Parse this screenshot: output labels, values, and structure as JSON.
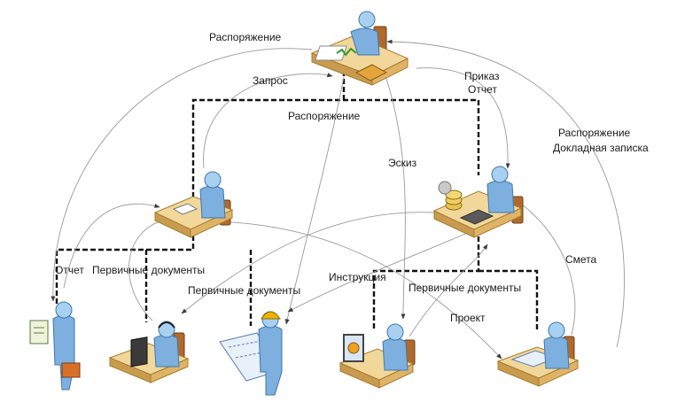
{
  "labels": {
    "rasporyazhenie_top": "Распоряжение",
    "zapros": "Запрос",
    "rasporyazhenie_mid": "Распоряжение",
    "prikaz": "Приказ",
    "otchet_top": "Отчет",
    "rasporyazhenie_right": "Распоряжение",
    "dokladnaya": "Докладная записка",
    "eskiz": "Эскиз",
    "otchet_left": "Отчет",
    "pervichnye_1": "Первичные документы",
    "pervichnye_2": "Первичные документы",
    "instrukciya": "Инструкция",
    "pervichnye_3": "Первичные документы",
    "smeta": "Смета",
    "proekt": "Проект"
  },
  "nodes": [
    {
      "id": "director",
      "icon": "manager-at-desk-icon"
    },
    {
      "id": "chief-engineer",
      "icon": "worker-at-desk-icon"
    },
    {
      "id": "accountant",
      "icon": "accountant-at-desk-icon"
    },
    {
      "id": "clerk",
      "icon": "person-with-document-icon"
    },
    {
      "id": "operator",
      "icon": "operator-with-headset-icon"
    },
    {
      "id": "builder",
      "icon": "builder-with-blueprint-icon"
    },
    {
      "id": "designer",
      "icon": "designer-at-monitor-icon"
    },
    {
      "id": "estimator",
      "icon": "estimator-at-desk-icon"
    }
  ],
  "colors": {
    "person": "#7db0df",
    "desk": "#f1d79a",
    "hierarchy_line": "#111111",
    "flow_line": "#9a9a9a",
    "helmet": "#f0b400"
  }
}
